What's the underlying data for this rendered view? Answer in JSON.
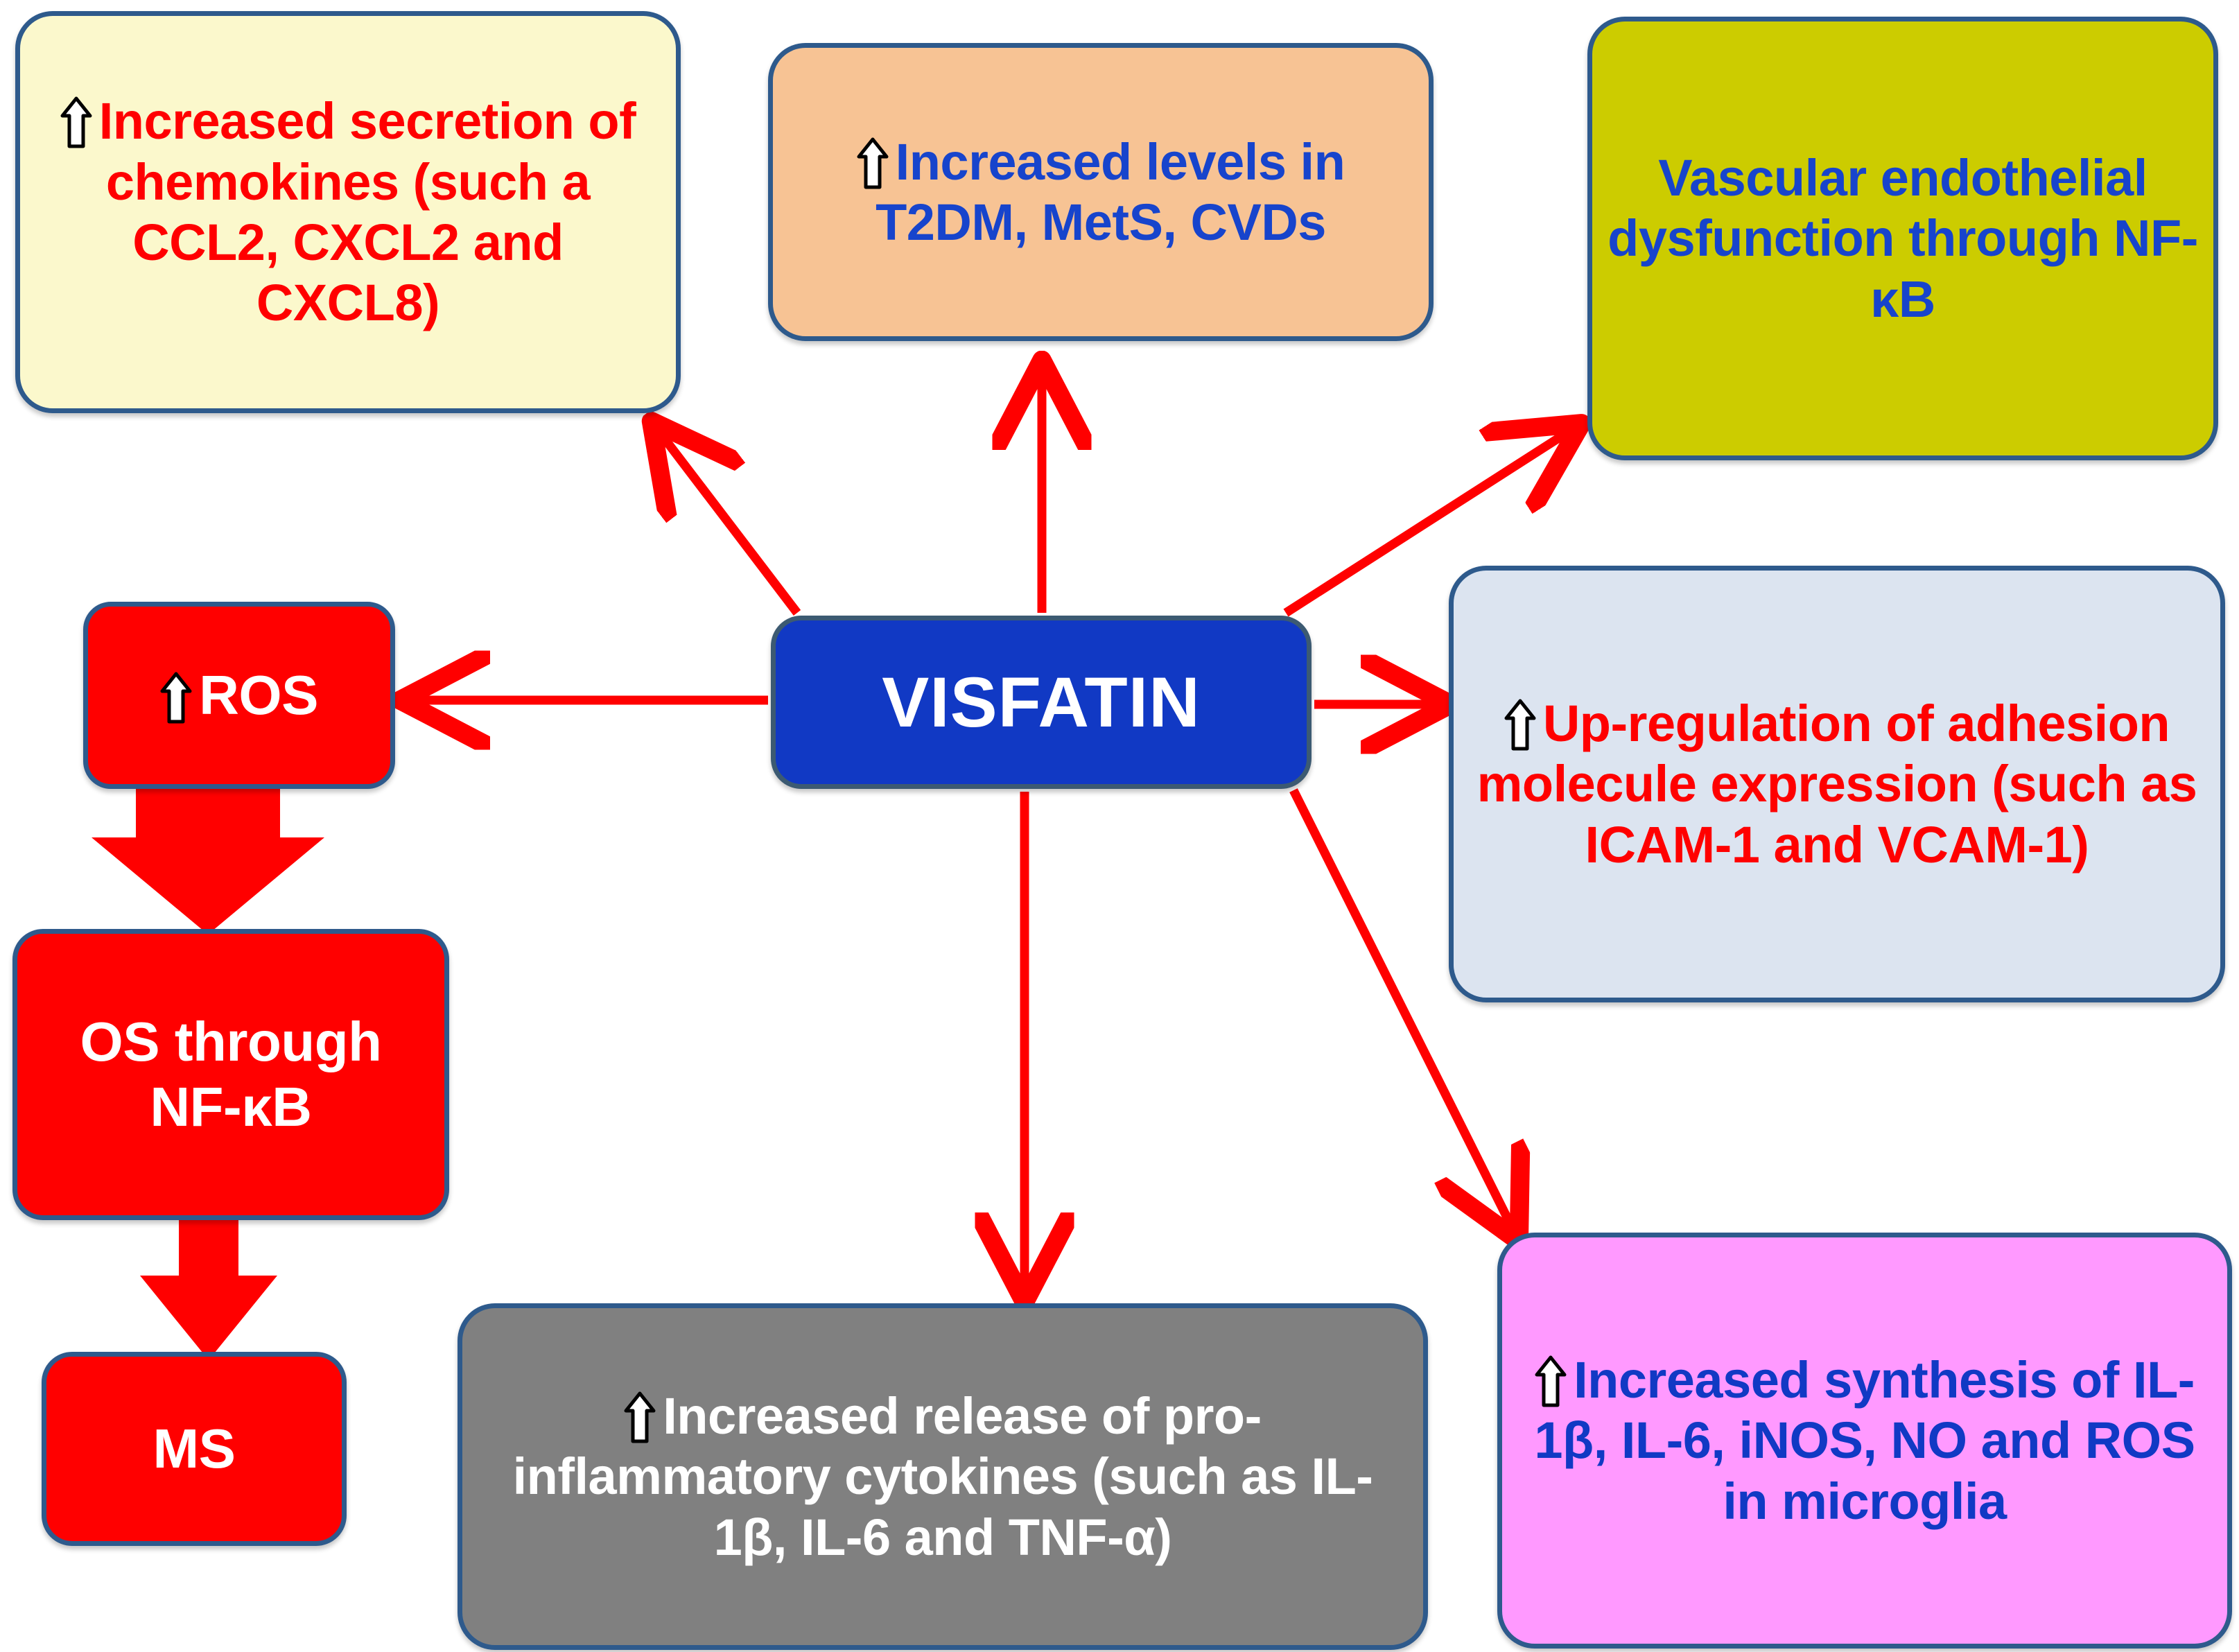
{
  "diagram": {
    "title": "VISFATIN effects network",
    "center": {
      "id": "visfatin",
      "label": "VISFATIN",
      "fill": "#1139C4",
      "text_color": "#FFFFFF"
    },
    "palette": {
      "border": "#2E5A8C",
      "arrow_red": "#FF0000",
      "blue_text": "#1139C4",
      "red_text": "#FF0000",
      "white_text": "#FFFFFF",
      "cream": "#FBF8CC",
      "peach": "#F7C394",
      "olive": "#CCCC00",
      "light_blue": "#DCE4F0",
      "gray": "#808080",
      "pink": "#FF99FF",
      "red": "#FF0000"
    },
    "nodes": [
      {
        "id": "chemokines",
        "has_up_arrow": true,
        "lines": [
          "Increased secretion",
          "of chemokines (such a",
          "CCL2, CXCL2 and",
          "CXCL8)"
        ],
        "text": "Increased secretion of chemokines (such a CCL2, CXCL2 and CXCL8)",
        "fill": "#FBF8CC",
        "text_color": "#FF0000"
      },
      {
        "id": "levels",
        "has_up_arrow": true,
        "lines": [
          "Increased levels in",
          "T2DM, MetS, CVDs"
        ],
        "text": "Increased levels in T2DM, MetS, CVDs",
        "fill": "#F7C394",
        "text_color": "#1744CC"
      },
      {
        "id": "vascular",
        "has_up_arrow": false,
        "lines": [
          "Vascular",
          "endothelial",
          "dysfunction",
          "through NF-κB"
        ],
        "text": "Vascular endothelial dysfunction through NF-κB",
        "fill": "#CCCC00",
        "text_color": "#1744CC"
      },
      {
        "id": "adhesion",
        "has_up_arrow": true,
        "lines": [
          "Up-regulation of",
          "adhesion molecule",
          "expression (such as",
          "ICAM-1 and VCAM-1)"
        ],
        "text": "Up-regulation of adhesion molecule expression (such as ICAM-1 and VCAM-1)",
        "fill": "#DCE4F0",
        "text_color": "#FF0000"
      },
      {
        "id": "microglia",
        "has_up_arrow": true,
        "lines": [
          "Increased synthesis",
          "of IL-1β, IL-6, iNOS,",
          "NO and ROS in",
          "microglia"
        ],
        "text": "Increased synthesis of IL-1β, IL-6, iNOS, NO and ROS in microglia",
        "fill": "#FF99FF",
        "text_color": "#1139C4"
      },
      {
        "id": "cytokines",
        "has_up_arrow": true,
        "lines": [
          "Increased release of pro-",
          "inflammatory cytokines",
          "(such as IL-1β, IL-6 and TNF-α)"
        ],
        "text": "Increased release of pro-inflammatory cytokines (such as IL-1β, IL-6 and TNF-α)",
        "fill": "#808080",
        "text_color": "#FFFFFF"
      },
      {
        "id": "ros",
        "has_up_arrow": true,
        "lines": [
          "ROS"
        ],
        "text": "ROS",
        "fill": "#FF0000",
        "text_color": "#FFFFFF"
      },
      {
        "id": "os",
        "has_up_arrow": false,
        "lines": [
          "OS",
          "through",
          "NF-κB"
        ],
        "text": "OS through NF-κB",
        "fill": "#FF0000",
        "text_color": "#FFFFFF"
      },
      {
        "id": "ms",
        "has_up_arrow": false,
        "lines": [
          "MS"
        ],
        "text": "MS",
        "fill": "#FF0000",
        "text_color": "#FFFFFF"
      }
    ],
    "edges": [
      {
        "from": "visfatin",
        "to": "chemokines",
        "style": "thin-line-arrow",
        "color": "#FF0000"
      },
      {
        "from": "visfatin",
        "to": "levels",
        "style": "thin-line-arrow",
        "color": "#FF0000"
      },
      {
        "from": "visfatin",
        "to": "vascular",
        "style": "thin-line-arrow",
        "color": "#FF0000"
      },
      {
        "from": "visfatin",
        "to": "adhesion",
        "style": "thin-line-arrow",
        "color": "#FF0000"
      },
      {
        "from": "visfatin",
        "to": "microglia",
        "style": "thin-line-arrow",
        "color": "#FF0000"
      },
      {
        "from": "visfatin",
        "to": "cytokines",
        "style": "thin-line-arrow",
        "color": "#FF0000"
      },
      {
        "from": "visfatin",
        "to": "ros",
        "style": "thin-line-arrow",
        "color": "#FF0000"
      },
      {
        "from": "ros",
        "to": "os",
        "style": "block-arrow",
        "color": "#FF0000"
      },
      {
        "from": "os",
        "to": "ms",
        "style": "block-arrow",
        "color": "#FF0000"
      }
    ]
  }
}
